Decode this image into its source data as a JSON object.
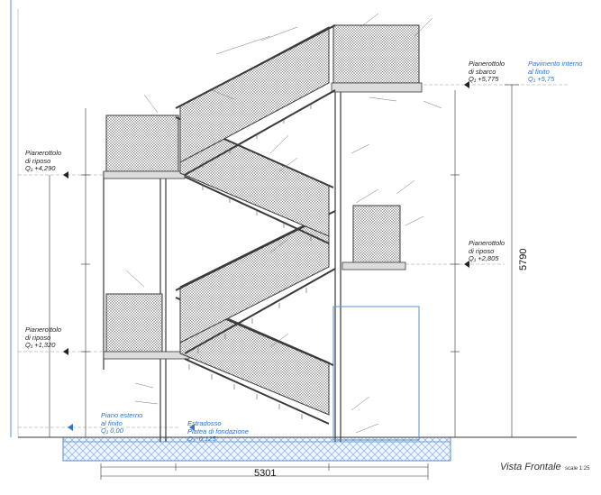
{
  "title": {
    "text": "Vista Frontale",
    "scale": "scale 1:25"
  },
  "levels": {
    "landing_top_left": {
      "line1": "Pianerottolo",
      "line2": "di riposo",
      "value": "Q₁ +4,290"
    },
    "landing_bottom_left": {
      "line1": "Pianerottolo",
      "line2": "di riposo",
      "value": "Q₁ +1,320"
    },
    "landing_mid_right": {
      "line1": "Pianerottolo",
      "line2": "di riposo",
      "value": "Q₁ +2,805"
    },
    "landing_top_right": {
      "line1": "Pianerottolo",
      "line2": "di sbarco",
      "value": "Q₁ +5,775"
    },
    "floor_top": {
      "line1": "Pavimento interno",
      "line2": "al finito",
      "value": "Q₁ +5,75"
    },
    "ground_floor": {
      "line1": "Piano esterno",
      "line2": "al finito",
      "value": "Q₁ 0,00"
    },
    "foundation": {
      "line1": "Estradosso",
      "line2": "Platea di fondazione",
      "value": "Q₁ -0,125"
    }
  },
  "dimensions": {
    "total_width": "5301",
    "total_height": "5790"
  },
  "colors": {
    "line": "#3a3a3a",
    "mesh": "#8a8a8a",
    "blue": "#2f74c9"
  }
}
